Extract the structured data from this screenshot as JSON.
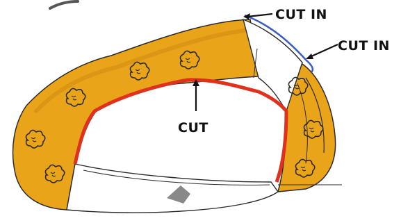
{
  "colors": {
    "band": "#E9A41A",
    "band_dark": "#C98410",
    "outline": "#2a2a2a",
    "cut_line": "#E0301E",
    "blue_edge": "#3A5BC0",
    "label": "#111111"
  },
  "labels": {
    "cut_in_top": "CUT IN",
    "cut_in_right": "CUT IN",
    "cut_center": "CUT"
  },
  "illustration": {
    "subject": "hat-brim-cutting-diagram",
    "motif_icon": "popcorn-doodle-icon"
  }
}
